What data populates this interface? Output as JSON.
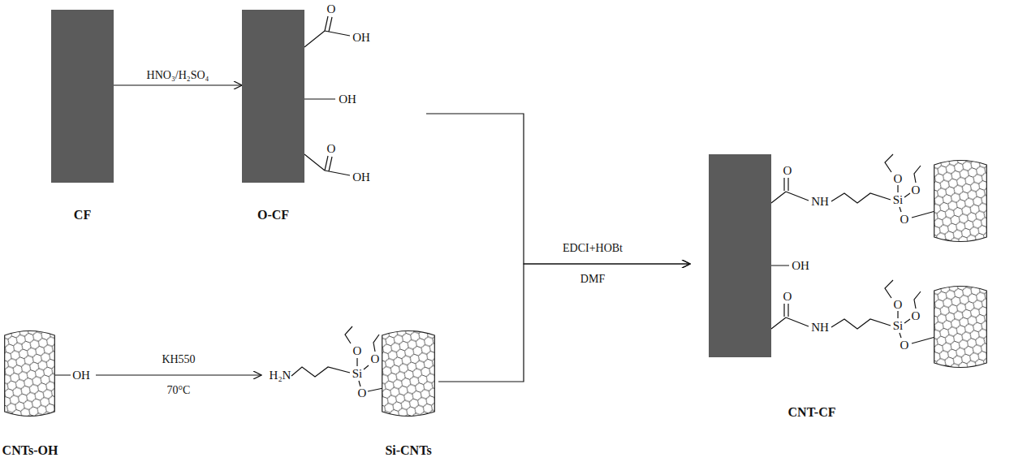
{
  "diagram": {
    "nodes": [
      {
        "text": [
          "CF"
        ]
      },
      {
        "text": [
          "O-CF"
        ]
      },
      {
        "text": [
          "CNTs-OH"
        ]
      },
      {
        "text": [
          "Si-CNTs"
        ]
      },
      {
        "text": [
          "CNT-CF"
        ]
      }
    ],
    "edges": [
      {
        "from": 0,
        "to": 1,
        "label": "HNO₃/H₂SO₄",
        "arrow": "to"
      },
      {
        "from": 2,
        "to": 3,
        "label": "KH550 70°C",
        "arrow": "to"
      },
      {
        "from": 1,
        "to": 4,
        "label": "EDCI+HOBt DMF",
        "arrow": "to"
      },
      {
        "from": 3,
        "to": 4,
        "arrow": "to"
      }
    ],
    "labels": [
      "O",
      "OH",
      "OH",
      "O",
      "OH",
      "OH",
      "H₂N",
      "Si",
      "O",
      "O",
      "O",
      "O",
      "NH",
      "Si",
      "O",
      "O",
      "O",
      "OH",
      "O",
      "NH",
      "Si",
      "O",
      "O",
      "O"
    ]
  }
}
